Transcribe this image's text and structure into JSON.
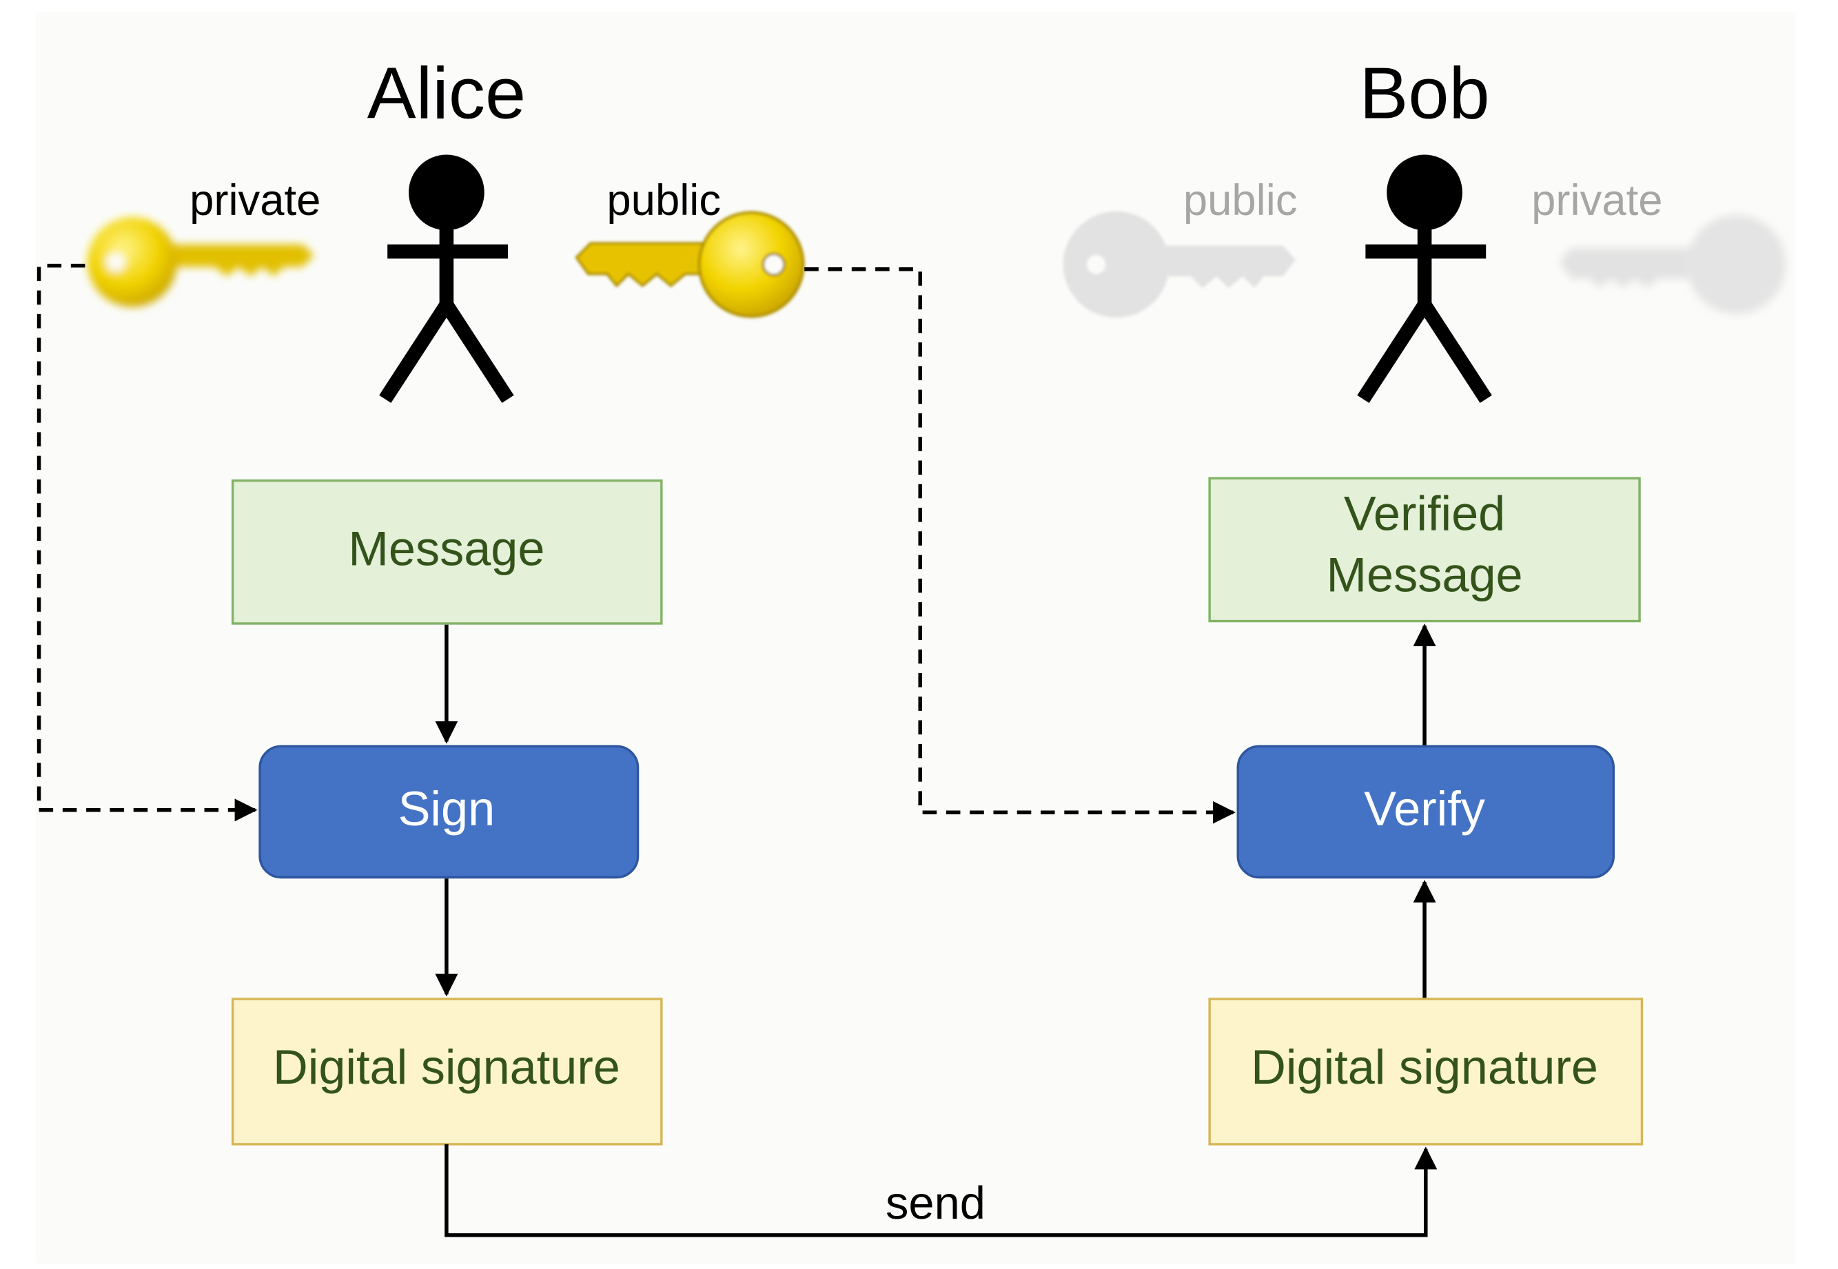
{
  "actors": {
    "alice": {
      "name": "Alice",
      "private_label": "private",
      "public_label": "public"
    },
    "bob": {
      "name": "Bob",
      "public_label": "public",
      "private_label": "private"
    }
  },
  "nodes": {
    "message": "Message",
    "sign": "Sign",
    "digital_signature_alice": "Digital signature",
    "verified_line1": "Verified",
    "verified_line2": "Message",
    "verify": "Verify",
    "digital_signature_bob": "Digital signature"
  },
  "edges": {
    "send_label": "send"
  },
  "colors": {
    "message_fill": "#e4f0d8",
    "message_stroke": "#82b366",
    "process_fill": "#4472c4",
    "process_stroke": "#2e56a0",
    "signature_fill": "#fdf4cc",
    "signature_stroke": "#d6b656",
    "node_text_green": "#33531b",
    "key_gold": "#f0d000",
    "key_faded": "#e0e0e0",
    "faded_text": "#a6a6a6"
  },
  "icons": [
    "stick-figure-icon",
    "key-icon",
    "arrowhead-icon"
  ]
}
